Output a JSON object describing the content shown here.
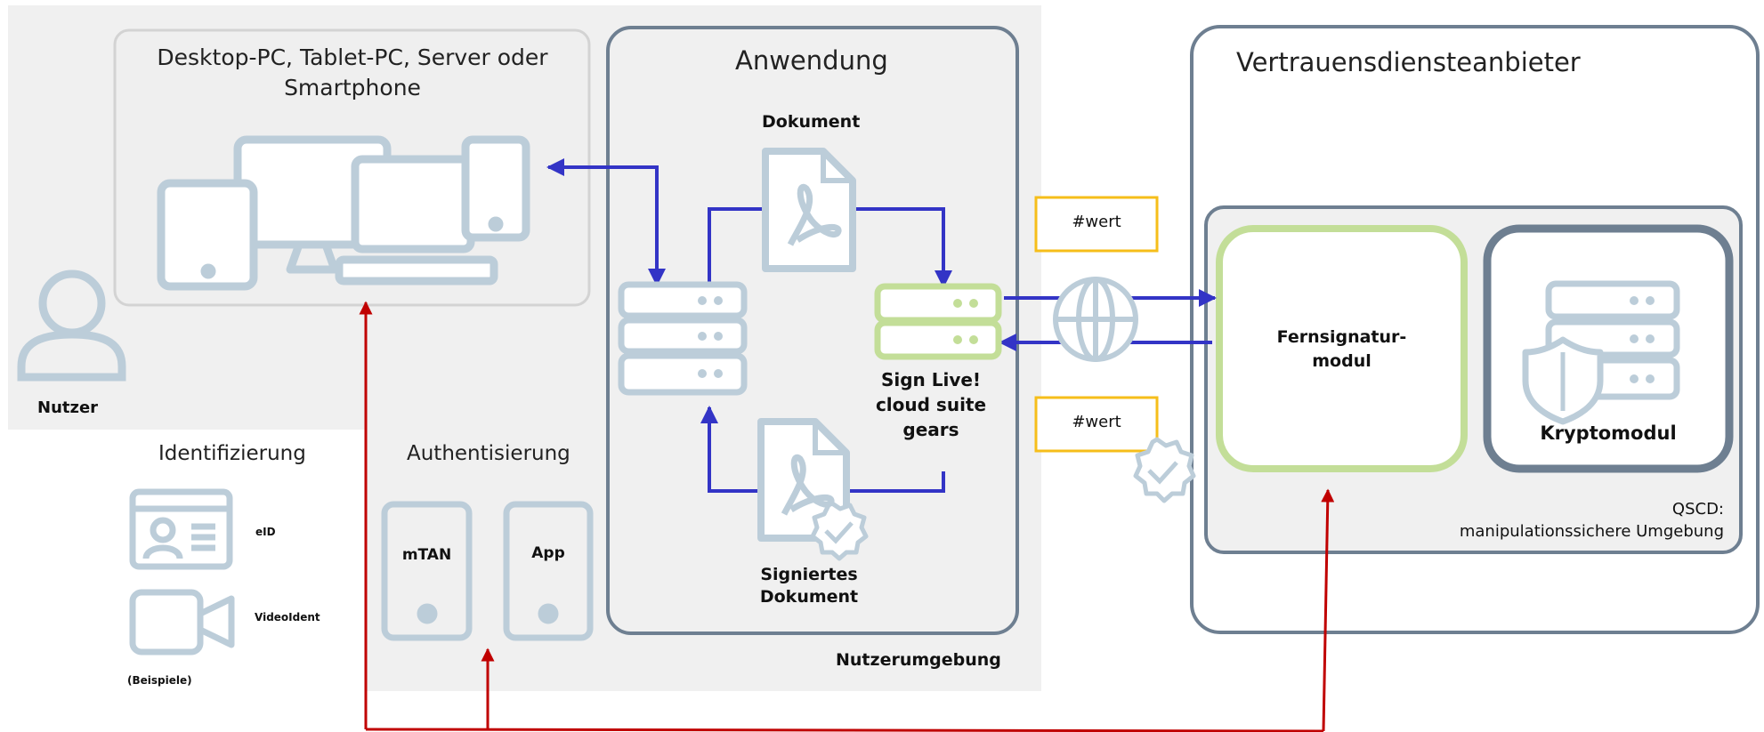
{
  "colors": {
    "icon_blue_gray": "#bccdd9",
    "frame_dark": "#6e7f91",
    "frame_light": "#d3d3d3",
    "green": "#c3de98",
    "blue_arrow": "#3334c6",
    "red_arrow": "#c00000",
    "yellow": "#f6be1a",
    "zone_gray": "#f0f0f0"
  },
  "icons": [
    "devices-icon",
    "user-icon",
    "id-card-icon",
    "video-camera-icon",
    "phone-icon",
    "pdf-document-icon",
    "signed-pdf-icon",
    "server-icon",
    "globe-icon",
    "shield-icon",
    "checkmark-seal-icon"
  ],
  "user_zone": {
    "label": "Nutzerumgebung",
    "user_label": "Nutzer",
    "devices_title": "Desktop-PC, Tablet-PC, Server oder Smartphone",
    "identification": {
      "title": "Identifizierung",
      "items": [
        "eID",
        "VideoIdent"
      ],
      "note": "(Beispiele)"
    },
    "authentication": {
      "title": "Authentisierung",
      "items": [
        "mTAN",
        "App"
      ]
    }
  },
  "application": {
    "title": "Anwendung",
    "document_label": "Dokument",
    "signed_document_label": "Signiertes Dokument",
    "sign_live_label": "Sign Live! cloud suite gears"
  },
  "hash": {
    "top": "#wert",
    "bottom": "#wert"
  },
  "trust_provider": {
    "title": "Vertrauensdiensteanbieter",
    "remote_module": "Fernsignatur- modul",
    "crypto_module": "Kryptomodul",
    "qscd_line1": "QSCD:",
    "qscd_line2": "manipulationssichere Umgebung"
  }
}
